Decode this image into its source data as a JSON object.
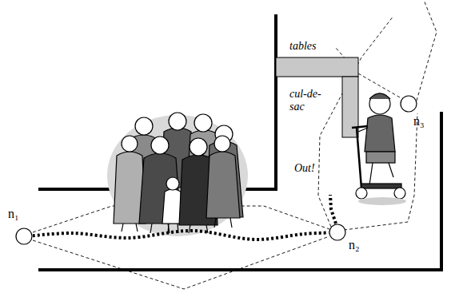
{
  "diagram": {
    "nodes": [
      {
        "text": [
          "n₁"
        ]
      },
      {
        "text": [
          "n₂"
        ]
      },
      {
        "text": [
          "n₃"
        ]
      }
    ],
    "edges": [
      {
        "from": 0,
        "to": 1,
        "arrow": "none"
      }
    ],
    "labels": [
      "tables",
      "cul-de- sac",
      "Out!"
    ]
  }
}
